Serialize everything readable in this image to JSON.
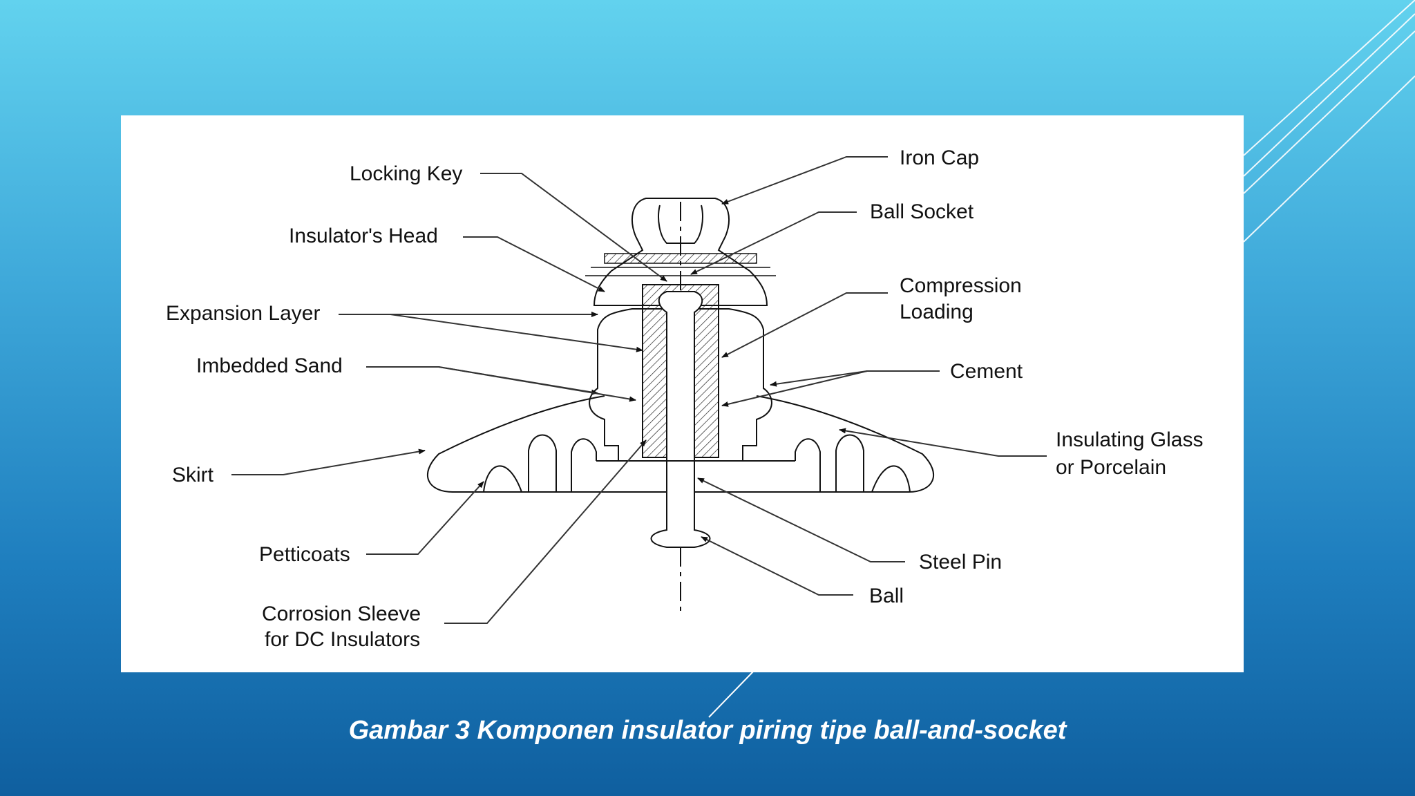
{
  "caption": "Gambar 3 Komponen insulator piring tipe ball-and-socket",
  "labels": {
    "locking_key": "Locking Key",
    "insulators_head": "Insulator's Head",
    "expansion_layer": "Expansion Layer",
    "imbedded_sand": "Imbedded Sand",
    "skirt": "Skirt",
    "petticoats": "Petticoats",
    "corrosion_sleeve_line1": "Corrosion Sleeve",
    "corrosion_sleeve_line2": "for DC Insulators",
    "iron_cap": "Iron Cap",
    "ball_socket": "Ball Socket",
    "compression_loading_line1": "Compression",
    "compression_loading_line2": "Loading",
    "cement": "Cement",
    "insulating_glass_line1": "Insulating Glass",
    "insulating_glass_line2": "or Porcelain",
    "steel_pin": "Steel Pin",
    "ball": "Ball"
  },
  "colors": {
    "background_top": "#62d2ee",
    "background_bottom": "#0f5f9f",
    "panel": "#ffffff",
    "ink": "#111111",
    "caption_text": "#ffffff"
  }
}
